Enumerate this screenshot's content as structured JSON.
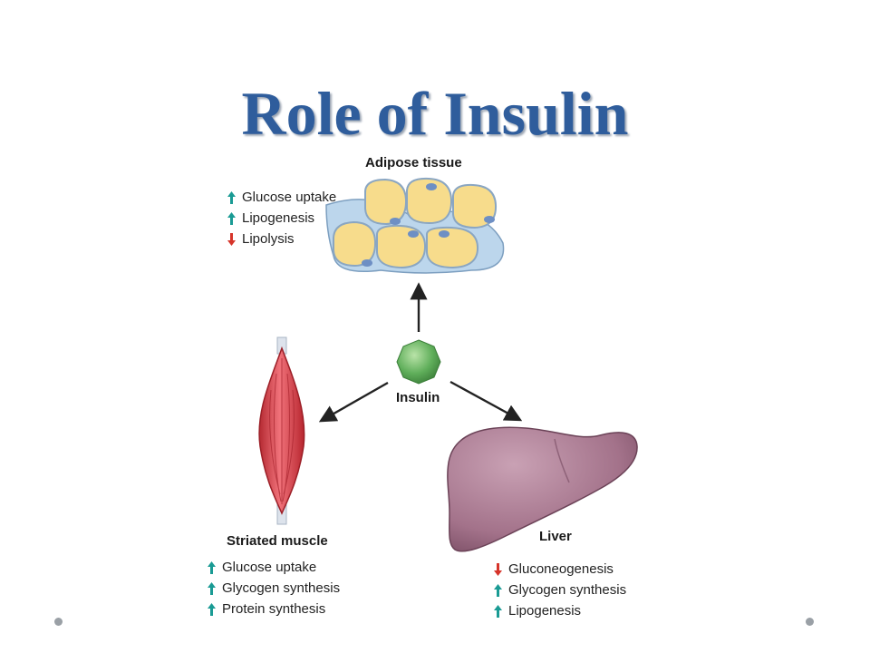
{
  "title": "Role of Insulin",
  "colors": {
    "title": "#2f5d9c",
    "increase_arrow": "#1a9b94",
    "decrease_arrow": "#d6342a",
    "fat_cell": "#f7dc8c",
    "insulin": "#5fae5a",
    "muscle": "#d93b42",
    "liver": "#a3728a"
  },
  "hub": {
    "label": "Insulin",
    "icon": "insulin-molecule-icon"
  },
  "adipose": {
    "label": "Adipose tissue",
    "icon": "adipose-cells-icon",
    "effects": [
      {
        "direction": "up",
        "text": "Glucose uptake"
      },
      {
        "direction": "up",
        "text": "Lipogenesis"
      },
      {
        "direction": "down",
        "text": "Lipolysis"
      }
    ]
  },
  "muscle": {
    "label": "Striated muscle",
    "icon": "muscle-icon",
    "effects": [
      {
        "direction": "up",
        "text": "Glucose uptake"
      },
      {
        "direction": "up",
        "text": "Glycogen synthesis"
      },
      {
        "direction": "up",
        "text": "Protein synthesis"
      }
    ]
  },
  "liver": {
    "label": "Liver",
    "icon": "liver-icon",
    "effects": [
      {
        "direction": "down",
        "text": "Gluconeogenesis"
      },
      {
        "direction": "up",
        "text": "Glycogen synthesis"
      },
      {
        "direction": "up",
        "text": "Lipogenesis"
      }
    ]
  }
}
